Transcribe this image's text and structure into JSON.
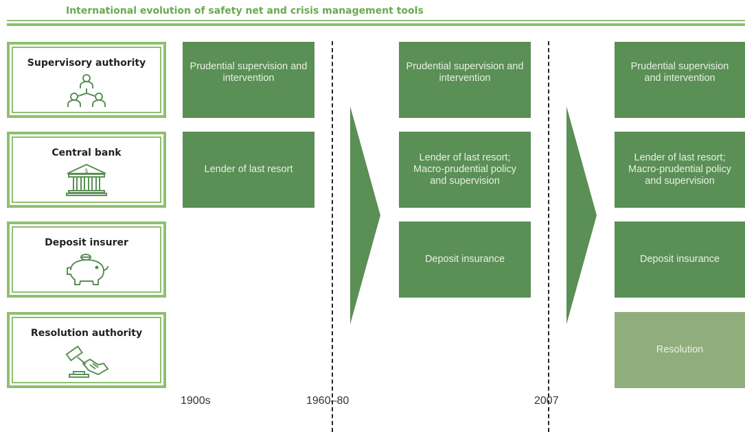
{
  "title": "International evolution of safety net and crisis management tools",
  "actors": [
    {
      "label": "Supervisory  authority",
      "icon": "people-hierarchy-icon"
    },
    {
      "label": "Central bank",
      "icon": "bank-building-icon"
    },
    {
      "label": "Deposit insurer",
      "icon": "piggy-bank-icon"
    },
    {
      "label": "Resolution authority",
      "icon": "gavel-handshake-icon"
    }
  ],
  "periods": [
    {
      "era": "1900s",
      "cells": [
        "Prudential supervision and intervention",
        "Lender of last resort",
        "",
        ""
      ]
    },
    {
      "era": "1960–80",
      "cells": [
        "Prudential supervision and intervention",
        "Lender of last resort; Macro-prudential policy and supervision",
        "Deposit insurance",
        ""
      ]
    },
    {
      "era": "2007",
      "cells": [
        "Prudential supervision and intervention",
        "Lender of last resort; Macro-prudential policy and supervision",
        "Deposit insurance",
        "Resolution"
      ]
    }
  ],
  "colors": {
    "accent": "#8fbf6f",
    "box": "#5a8f55",
    "box_new": "#8fae7c",
    "title": "#6aa84f"
  }
}
